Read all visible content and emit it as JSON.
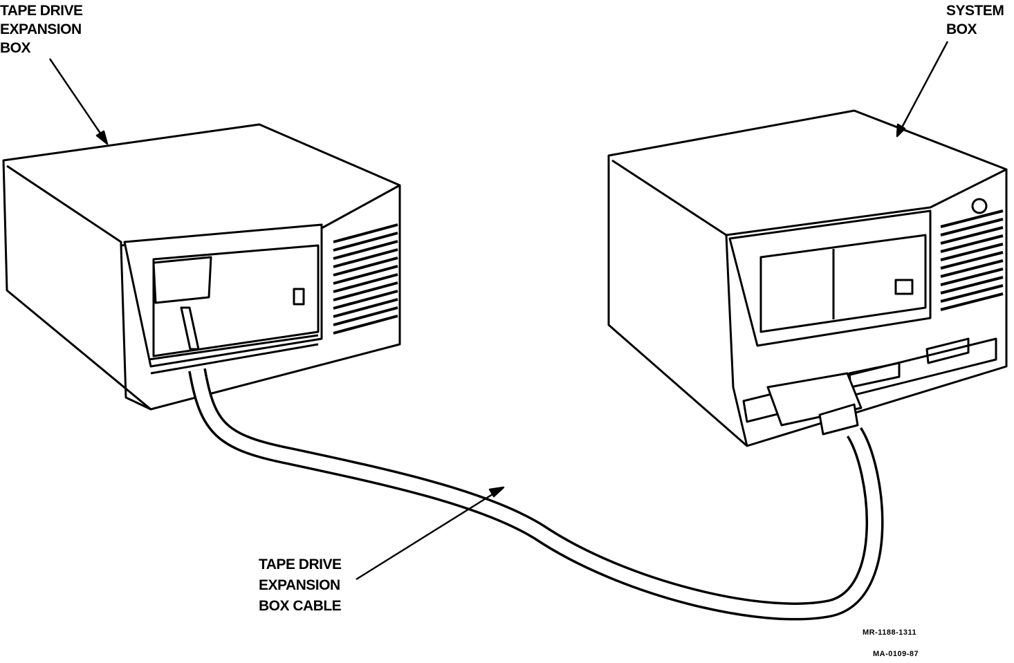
{
  "labels": {
    "tape_drive_box": [
      "TAPE DRIVE",
      "EXPANSION",
      "BOX"
    ],
    "system_box": [
      "SYSTEM",
      "BOX"
    ],
    "cable": [
      "TAPE DRIVE",
      "EXPANSION",
      "BOX CABLE"
    ]
  },
  "figure_codes": {
    "code1": "MR-1188-1311",
    "code2": "MA-0109-87"
  }
}
